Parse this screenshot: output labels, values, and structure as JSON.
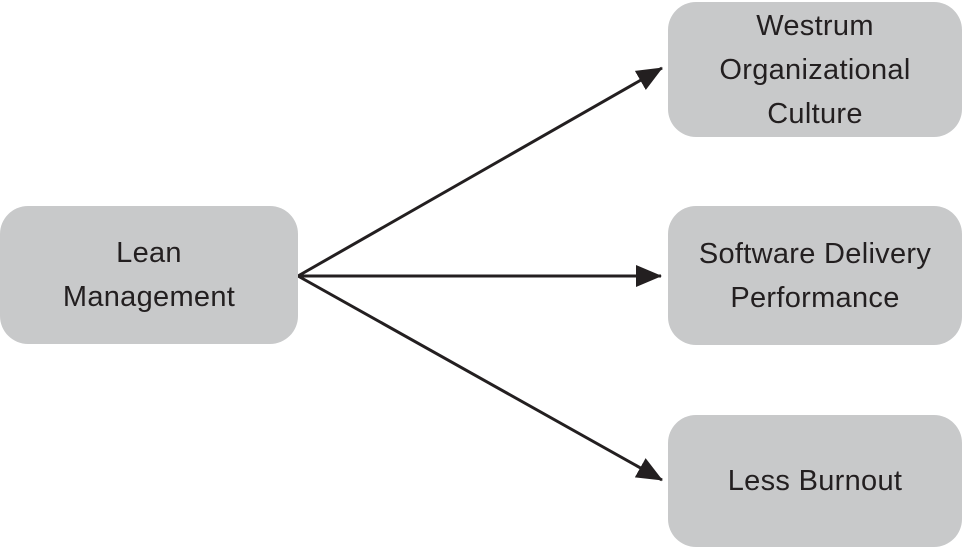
{
  "diagram": {
    "type": "directed-graph",
    "background": "#ffffff",
    "colors": {
      "node_fill": "#c8c9ca",
      "text": "#231f20",
      "arrow": "#231f20"
    },
    "nodes": {
      "lean_management": {
        "label": "Lean Management",
        "lines": [
          "Lean",
          "Management"
        ]
      },
      "westrum_culture": {
        "label": "Westrum Organizational Culture",
        "lines": [
          "Westrum",
          "Organizational",
          "Culture"
        ]
      },
      "software_delivery": {
        "label": "Software Delivery Performance",
        "lines": [
          "Software Delivery",
          "Performance"
        ]
      },
      "less_burnout": {
        "label": "Less Burnout",
        "lines": [
          "Less Burnout"
        ]
      }
    },
    "edges": [
      {
        "from": "Lean Management",
        "to": "Westrum Organizational Culture"
      },
      {
        "from": "Lean Management",
        "to": "Software Delivery Performance"
      },
      {
        "from": "Lean Management",
        "to": "Less Burnout"
      }
    ]
  }
}
